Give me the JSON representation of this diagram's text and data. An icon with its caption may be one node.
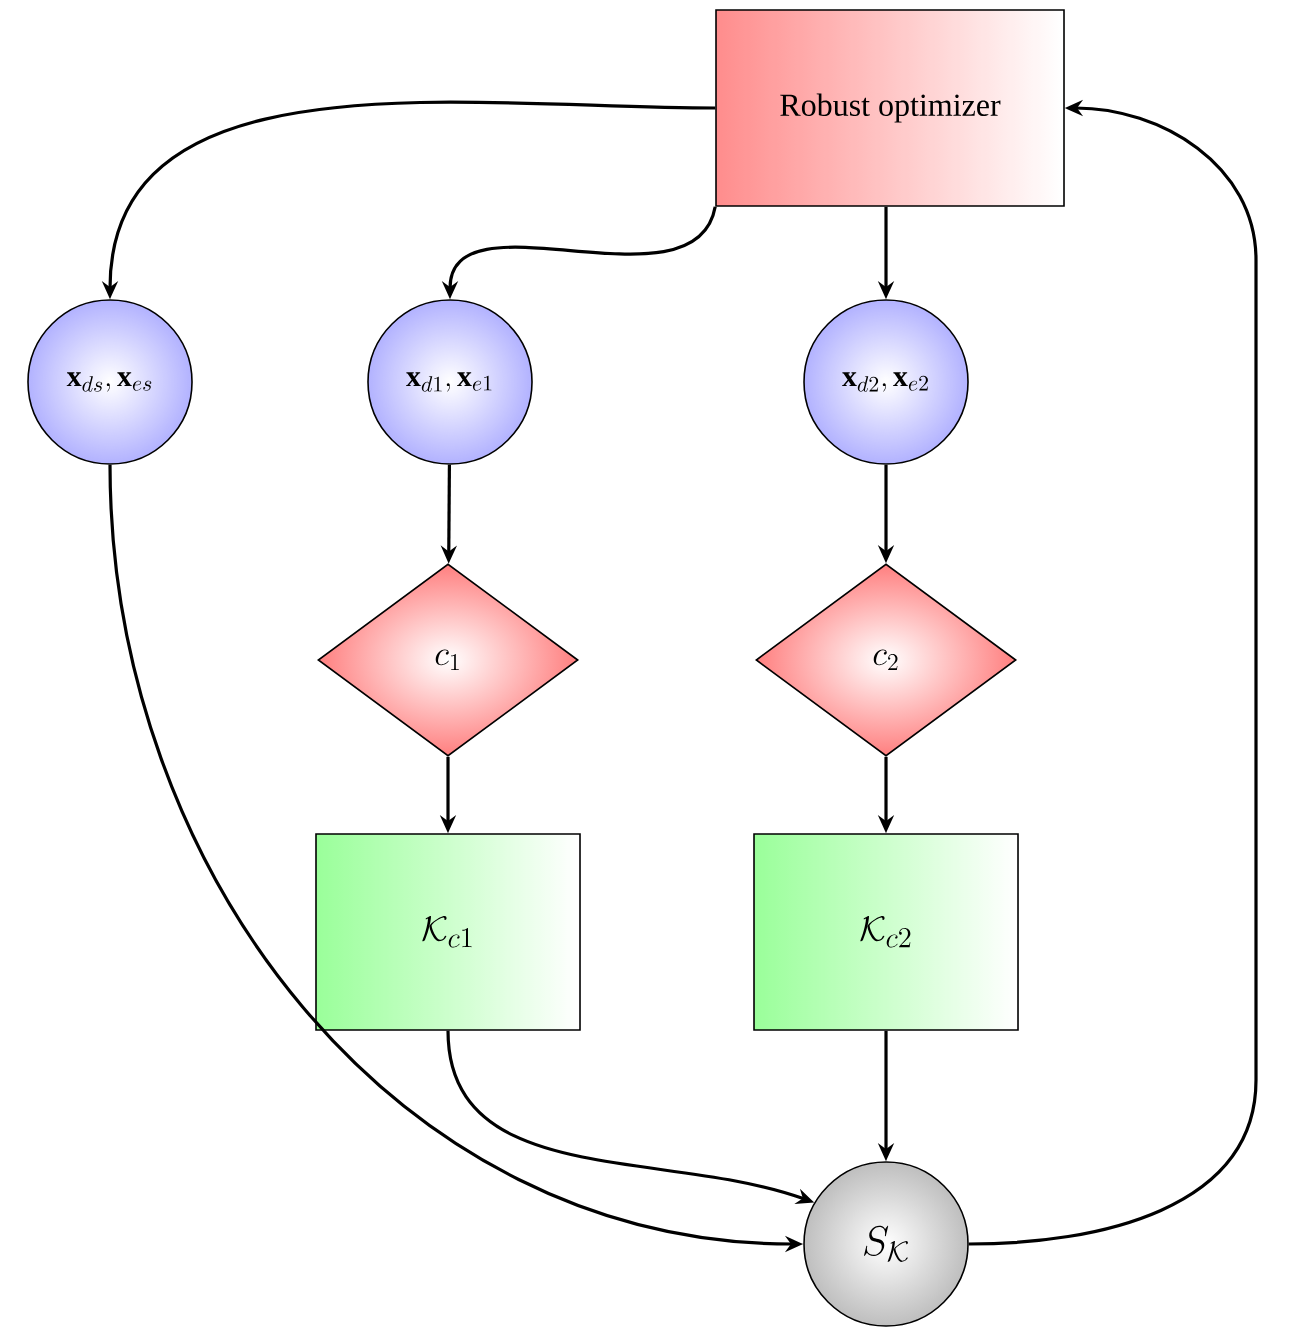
{
  "diagram": {
    "nodes": [
      {
        "text": [
          "Robust optimizer"
        ]
      },
      {
        "text": [
          "\\mathbf{x}_{ds},\\mathbf{x}_{es}"
        ]
      },
      {
        "text": [
          "\\mathbf{x}_{d1},\\mathbf{x}_{e1}"
        ]
      },
      {
        "text": [
          "\\mathbf{x}_{d2},\\mathbf{x}_{e2}"
        ]
      },
      {
        "text": [
          "c_1"
        ]
      },
      {
        "text": [
          "c_2"
        ]
      },
      {
        "text": [
          "\\mathcal{K}_{c1}"
        ]
      },
      {
        "text": [
          "\\mathcal{K}_{c2}"
        ]
      },
      {
        "text": [
          "S_{\\mathcal{K}}"
        ]
      }
    ],
    "edges": [
      {
        "from": 0,
        "to": 1,
        "arrow": "to"
      },
      {
        "from": 0,
        "to": 2,
        "arrow": "to"
      },
      {
        "from": 0,
        "to": 3,
        "arrow": "to"
      },
      {
        "from": 2,
        "to": 4,
        "arrow": "to"
      },
      {
        "from": 3,
        "to": 5,
        "arrow": "to"
      },
      {
        "from": 4,
        "to": 6,
        "arrow": "to"
      },
      {
        "from": 5,
        "to": 7,
        "arrow": "to"
      },
      {
        "from": 1,
        "to": 8,
        "arrow": "to"
      },
      {
        "from": 6,
        "to": 8,
        "arrow": "to"
      },
      {
        "from": 7,
        "to": 8,
        "arrow": "to"
      },
      {
        "from": 8,
        "to": 0,
        "arrow": "to"
      }
    ]
  }
}
